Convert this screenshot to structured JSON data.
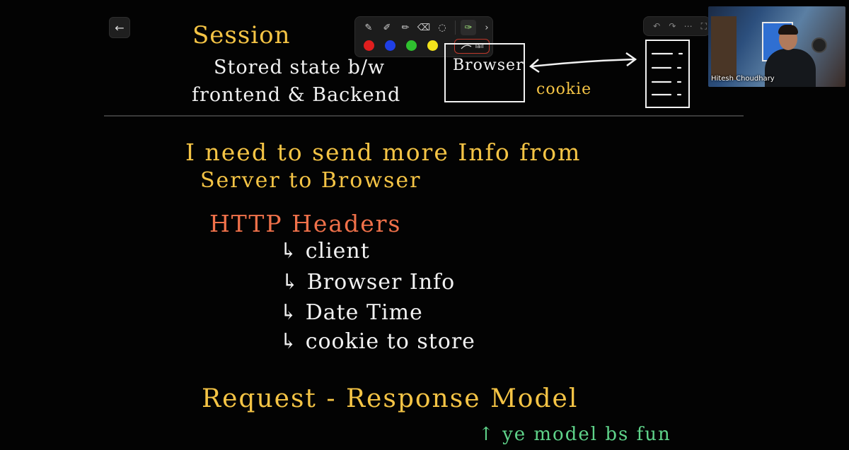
{
  "toolbar": {
    "back_icon": "←",
    "tools": [
      "pen",
      "marker",
      "highlighter",
      "eraser",
      "lasso",
      "laser-pointer"
    ],
    "more_icon": "›",
    "colors": [
      "#e01e1e",
      "#1f3fe6",
      "#2fc12f",
      "#f2e21c"
    ],
    "tail_label": "Tail"
  },
  "right_tools": [
    "undo",
    "redo",
    "more",
    "fullscreen"
  ],
  "webcam": {
    "name": "Hitesh Choudhary"
  },
  "board": {
    "session_title": "Session",
    "session_line1": "Stored state b/w",
    "session_line2": "frontend & Backend",
    "browser_label": "Browser",
    "cookie_label": "cookie",
    "need_line1": "I need to send more Info from",
    "need_line2": "Server to Browser",
    "http_title": "HTTP Headers",
    "header_items": [
      "client",
      "Browser Info",
      "Date Time",
      "cookie to store"
    ],
    "model_title": "Request - Response Model",
    "model_note": "ye model bs fun"
  }
}
